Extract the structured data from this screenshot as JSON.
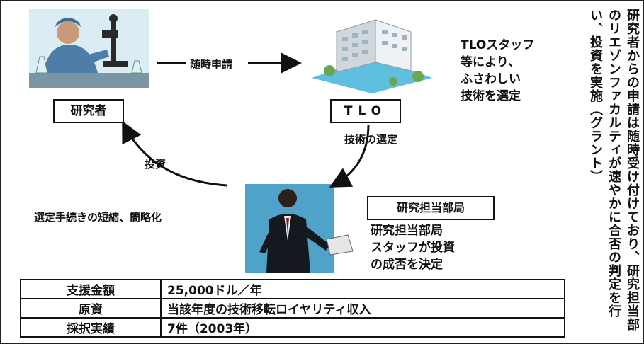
{
  "labels": {
    "researcher": "研究者",
    "tlo": "TLO",
    "department": "研究担当部局"
  },
  "arrows": {
    "apply": "随時申請",
    "selection": "技術の選定",
    "invest": "投資"
  },
  "text": {
    "tlo_desc": "TLOスタッフ\n等により、\nふさわしい\n技術を選定",
    "dept_desc": "研究担当部局\nスタッフが投資\nの成否を決定",
    "shortening": "選定手続きの短縮、簡略化",
    "side_note": "研究者からの申請は随時受け付けており、研究担当部のリエゾンファカルティが速やかに合否の判定を行い、投資を実施（グラント）"
  },
  "table": {
    "rows": [
      {
        "key": "支援金額",
        "value": "25,000ドル／年"
      },
      {
        "key": "原資",
        "value": "当該年度の技術移転ロイヤリティ収入"
      },
      {
        "key": "採択実績",
        "value": "7件（2003年）"
      }
    ]
  },
  "icons": {
    "researcher": "researcher-microscope-icon",
    "tlo": "office-building-icon",
    "department": "businessman-icon"
  }
}
